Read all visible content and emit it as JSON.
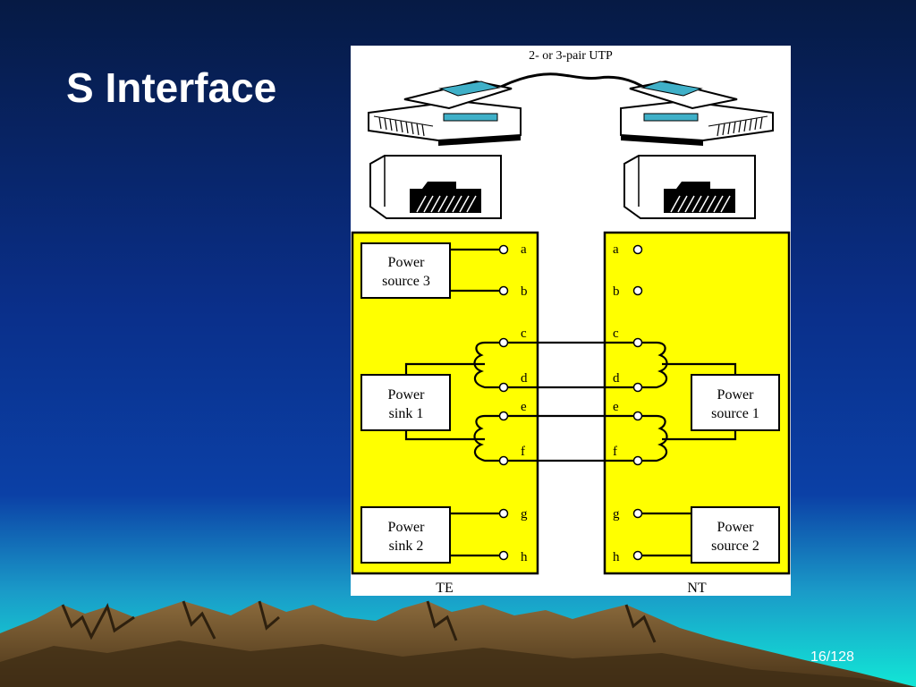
{
  "slide": {
    "title": "S Interface",
    "page_number": "16/128"
  },
  "diagram": {
    "cable_label": "2- or 3-pair UTP",
    "te_label": "TE",
    "nt_label": "NT",
    "pins_left": [
      "a",
      "b",
      "c",
      "d",
      "e",
      "f",
      "g",
      "h"
    ],
    "pins_right": [
      "a",
      "b",
      "c",
      "d",
      "e",
      "f",
      "g",
      "h"
    ],
    "te_boxes": {
      "power_source_3": [
        "Power",
        "source 3"
      ],
      "power_sink_1": [
        "Power",
        "sink 1"
      ],
      "power_sink_2": [
        "Power",
        "sink 2"
      ]
    },
    "nt_boxes": {
      "power_source_1": [
        "Power",
        "source 1"
      ],
      "power_source_2": [
        "Power",
        "source 2"
      ]
    }
  },
  "colors": {
    "panel_yellow": "#ffff00",
    "sky_top": "#071a45",
    "sky_bottom": "#0a3fa8",
    "sea": "#10e8d8",
    "mountain": "#6b5030"
  }
}
